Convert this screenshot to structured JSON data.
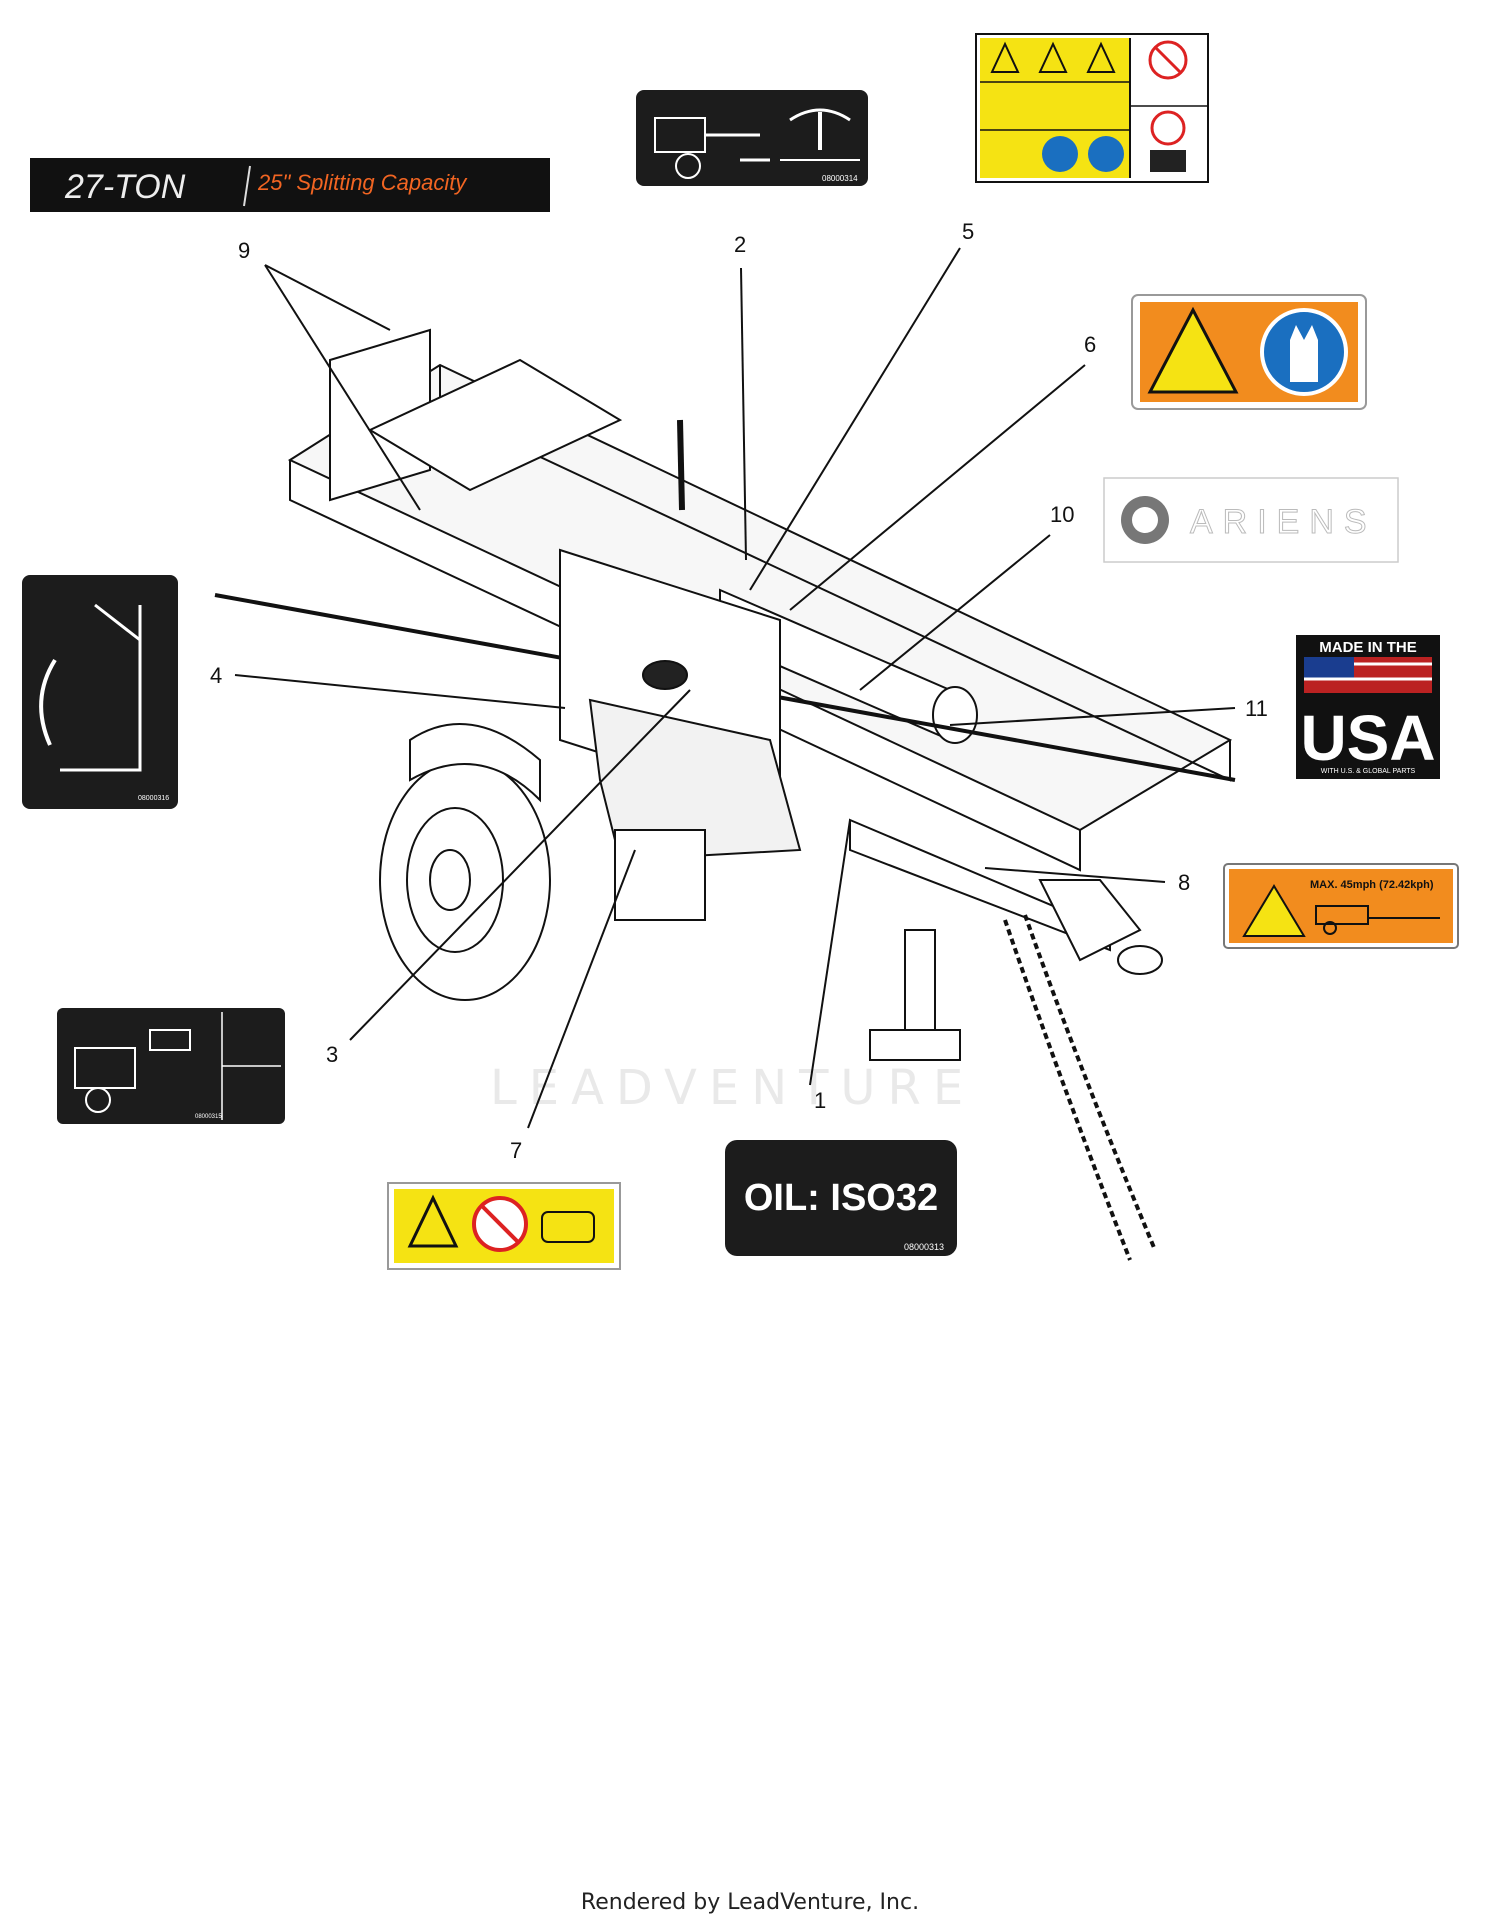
{
  "labels": {
    "ton": {
      "big": "27-TON",
      "small": "25\" Splitting Capacity"
    },
    "oil": {
      "text": "OIL: ISO32",
      "code": "08000313"
    },
    "usa": {
      "top": "MADE IN THE",
      "big": "USA",
      "bottom": "WITH U.S. & GLOBAL PARTS"
    },
    "speed": {
      "text": "MAX. 45mph (72.42kph)"
    },
    "brand": {
      "text": "ARIENS"
    },
    "codes": {
      "c314": "08000314",
      "c316": "08000316",
      "c315": "08000315"
    }
  },
  "callouts": [
    "1",
    "2",
    "3",
    "4",
    "5",
    "6",
    "7",
    "8",
    "9",
    "10",
    "11"
  ],
  "watermark": "LEADVENTURE",
  "footer": "Rendered by LeadVenture, Inc.",
  "colors": {
    "safety_yellow": "#f5e313",
    "safety_orange": "#f28c1e",
    "safety_blue": "#1a6fc0",
    "label_black": "#1c1c1c",
    "brand_orange": "#f26522"
  }
}
